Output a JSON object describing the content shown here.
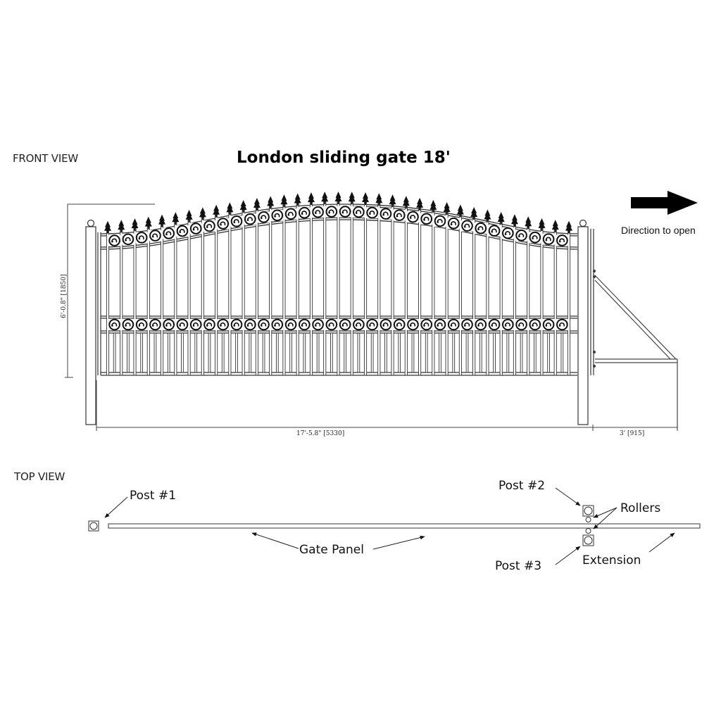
{
  "title": "London sliding gate 18'",
  "front_view": {
    "label": "FRONT VIEW",
    "height_dimension": "6'-0.8\" [1850]",
    "width_dimension": "17'-5.8\" [5330]",
    "extension_dimension": "3'  [915]",
    "picket_count": 35,
    "direction_label": "Direction to open"
  },
  "top_view": {
    "label": "TOP  VIEW",
    "callouts": {
      "post1": "Post #1",
      "post2": "Post #2",
      "post3": "Post #3",
      "rollers": "Rollers",
      "gate_panel": "Gate Panel",
      "extension": "Extension"
    }
  },
  "colors": {
    "line": "#222222",
    "frame": "#555555",
    "background": "#ffffff"
  }
}
